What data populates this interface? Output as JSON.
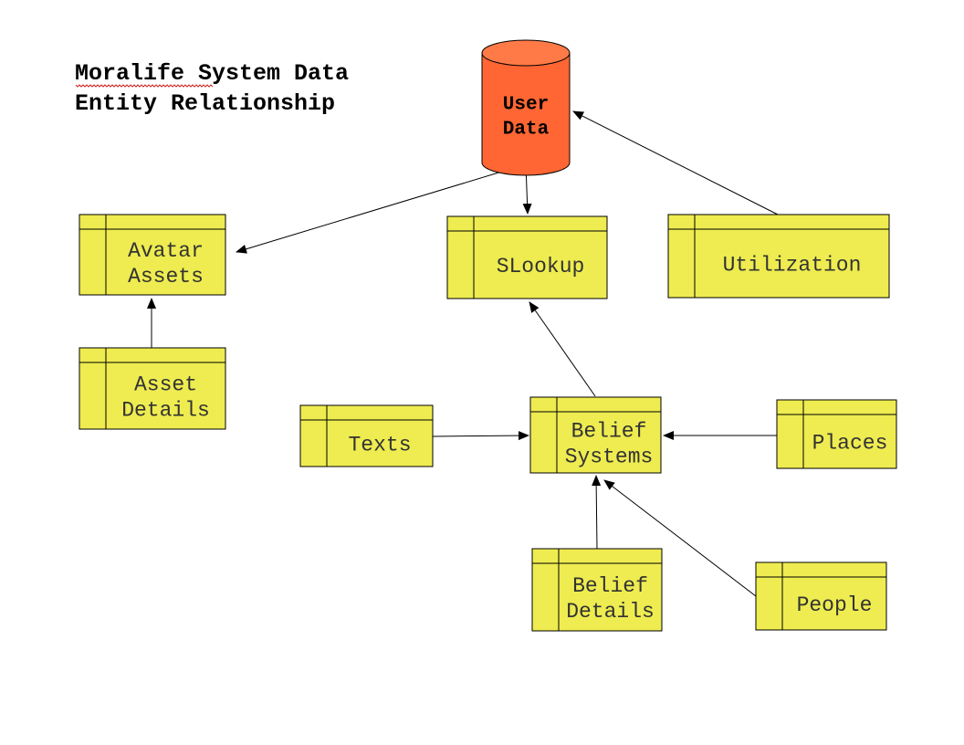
{
  "title": {
    "line1": "Moralife System Data",
    "line2": "Entity Relationship"
  },
  "colors": {
    "entity_fill": "#EEEC50",
    "datastore_fill": "#FF6633",
    "datastore_top": "#FF7A47",
    "line": "#000000",
    "spellcheck": "#D02020"
  },
  "datastore": {
    "id": "user-data",
    "label_lines": [
      "User",
      "Data"
    ]
  },
  "entities": [
    {
      "id": "avatar-assets",
      "label_lines": [
        "Avatar",
        "Assets"
      ]
    },
    {
      "id": "slookup",
      "label_lines": [
        "SLookup"
      ]
    },
    {
      "id": "utilization",
      "label_lines": [
        "Utilization"
      ]
    },
    {
      "id": "asset-details",
      "label_lines": [
        "Asset",
        "Details"
      ]
    },
    {
      "id": "texts",
      "label_lines": [
        "Texts"
      ]
    },
    {
      "id": "belief-systems",
      "label_lines": [
        "Belief",
        "Systems"
      ]
    },
    {
      "id": "places",
      "label_lines": [
        "Places"
      ]
    },
    {
      "id": "belief-details",
      "label_lines": [
        "Belief",
        "Details"
      ]
    },
    {
      "id": "people",
      "label_lines": [
        "People"
      ]
    }
  ],
  "relationships": [
    {
      "from": "user-data",
      "to": "avatar-assets"
    },
    {
      "from": "user-data",
      "to": "slookup"
    },
    {
      "from": "utilization",
      "to": "user-data"
    },
    {
      "from": "asset-details",
      "to": "avatar-assets"
    },
    {
      "from": "belief-systems",
      "to": "slookup"
    },
    {
      "from": "texts",
      "to": "belief-systems"
    },
    {
      "from": "places",
      "to": "belief-systems"
    },
    {
      "from": "belief-details",
      "to": "belief-systems"
    },
    {
      "from": "people",
      "to": "belief-systems"
    }
  ]
}
